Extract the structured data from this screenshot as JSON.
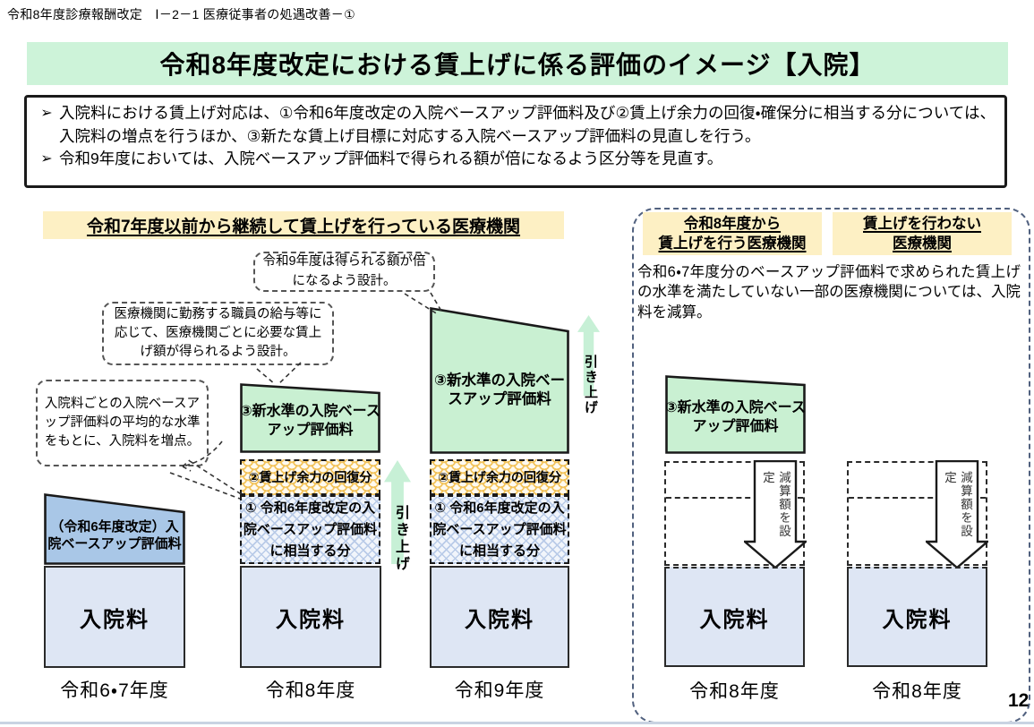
{
  "page": {
    "header": "令和8年度診療報酬改定　Ⅰ－2－1 医療従事者の処遇改善－①",
    "title": "令和8年度改定における賃上げに係る評価のイメージ【入院】",
    "page_number": "12"
  },
  "summary": {
    "marker": "➢",
    "bullets": [
      "入院料における賃上げ対応は、①令和6年度改定の入院ベースアップ評価料及び②賃上げ余力の回復・確保分に相当する分については、入院料の増点を行うほか、③新たな賃上げ目標に対応する入院ベースアップ評価料の見直しを行う。",
      "令和9年度においては、入院ベースアップ評価料で得られる額が倍になるよう区分等を見直す。"
    ]
  },
  "left_section": {
    "heading": "令和7年度以前から継続して賃上げを行っている医療機関",
    "bubble_r9_design": "令和9年度は得られる額が倍になるよう設計。",
    "bubble_wage_design": "医療機関に勤務する職員の給与等に応じて、医療機関ごとに必要な賃上げ額が得られるよう設計。",
    "bubble_avg_level": "入院料ごとの入院ベースアップ評価料の平均的な水準をもとに、入院料を増点。",
    "raise_label": "引き上げ"
  },
  "boxes": {
    "r6_baseup": "（令和6年度改定）入院ベースアップ評価料",
    "new_baseup": "③新水準の入院ベースアップ評価料",
    "recovery": "②賃上げ余力の回復分",
    "equivalent": "① 令和6年度改定の入院ベースアップ評価料に相当する分",
    "inpatient_fee": "入院料"
  },
  "years": {
    "r67": "令和6・7年度",
    "r8": "令和8年度",
    "r9": "令和9年度"
  },
  "right_section": {
    "tab_new": {
      "line1": "令和8年度から",
      "line2": "賃上げを行う医療機関"
    },
    "tab_none": {
      "line1": "賃上げを行わない",
      "line2": "医療機関"
    },
    "description": "令和6・7年度分のベースアップ評価料で求められた賃上げの水準を満たしていない一部の医療機関については、入院料を減算。",
    "deduction_label": "減算額を設定"
  },
  "colors": {
    "title_bg": "#cdf3d9",
    "heading_bg": "#fdf0c4",
    "green_box": "#c9f0d2",
    "blue_box": "#a9c7e7",
    "inpatient_bg": "#dee6f4",
    "arrow_green": "#c7f0d6",
    "hatch_orange": "#f2c35c",
    "hatch_blue": "#b9cbe8"
  }
}
